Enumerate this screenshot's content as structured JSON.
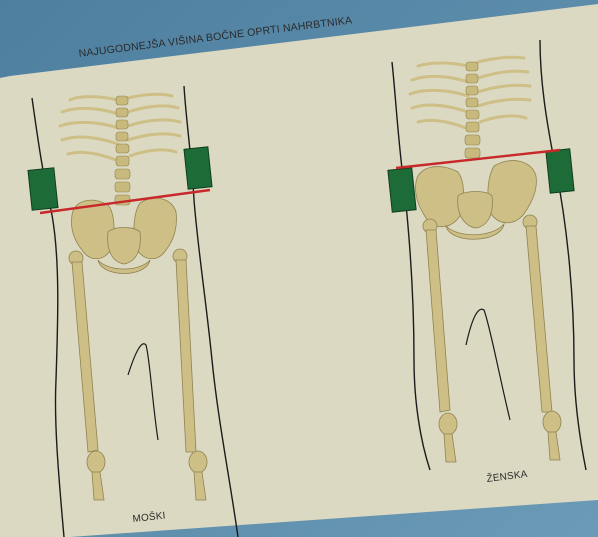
{
  "diagram": {
    "title": "NAJUGODNEJŠA VIŠINA BOČNE OPRTI NAHRBTNIKA",
    "figures": [
      {
        "label": "MOŠKI"
      },
      {
        "label": "ŽENSKA"
      }
    ]
  },
  "colors": {
    "background": "#5b8aa8",
    "paper": "#dcd9c2",
    "bone": "#cdbf86",
    "pad": "#1d6b36",
    "line": "#c8282a"
  }
}
